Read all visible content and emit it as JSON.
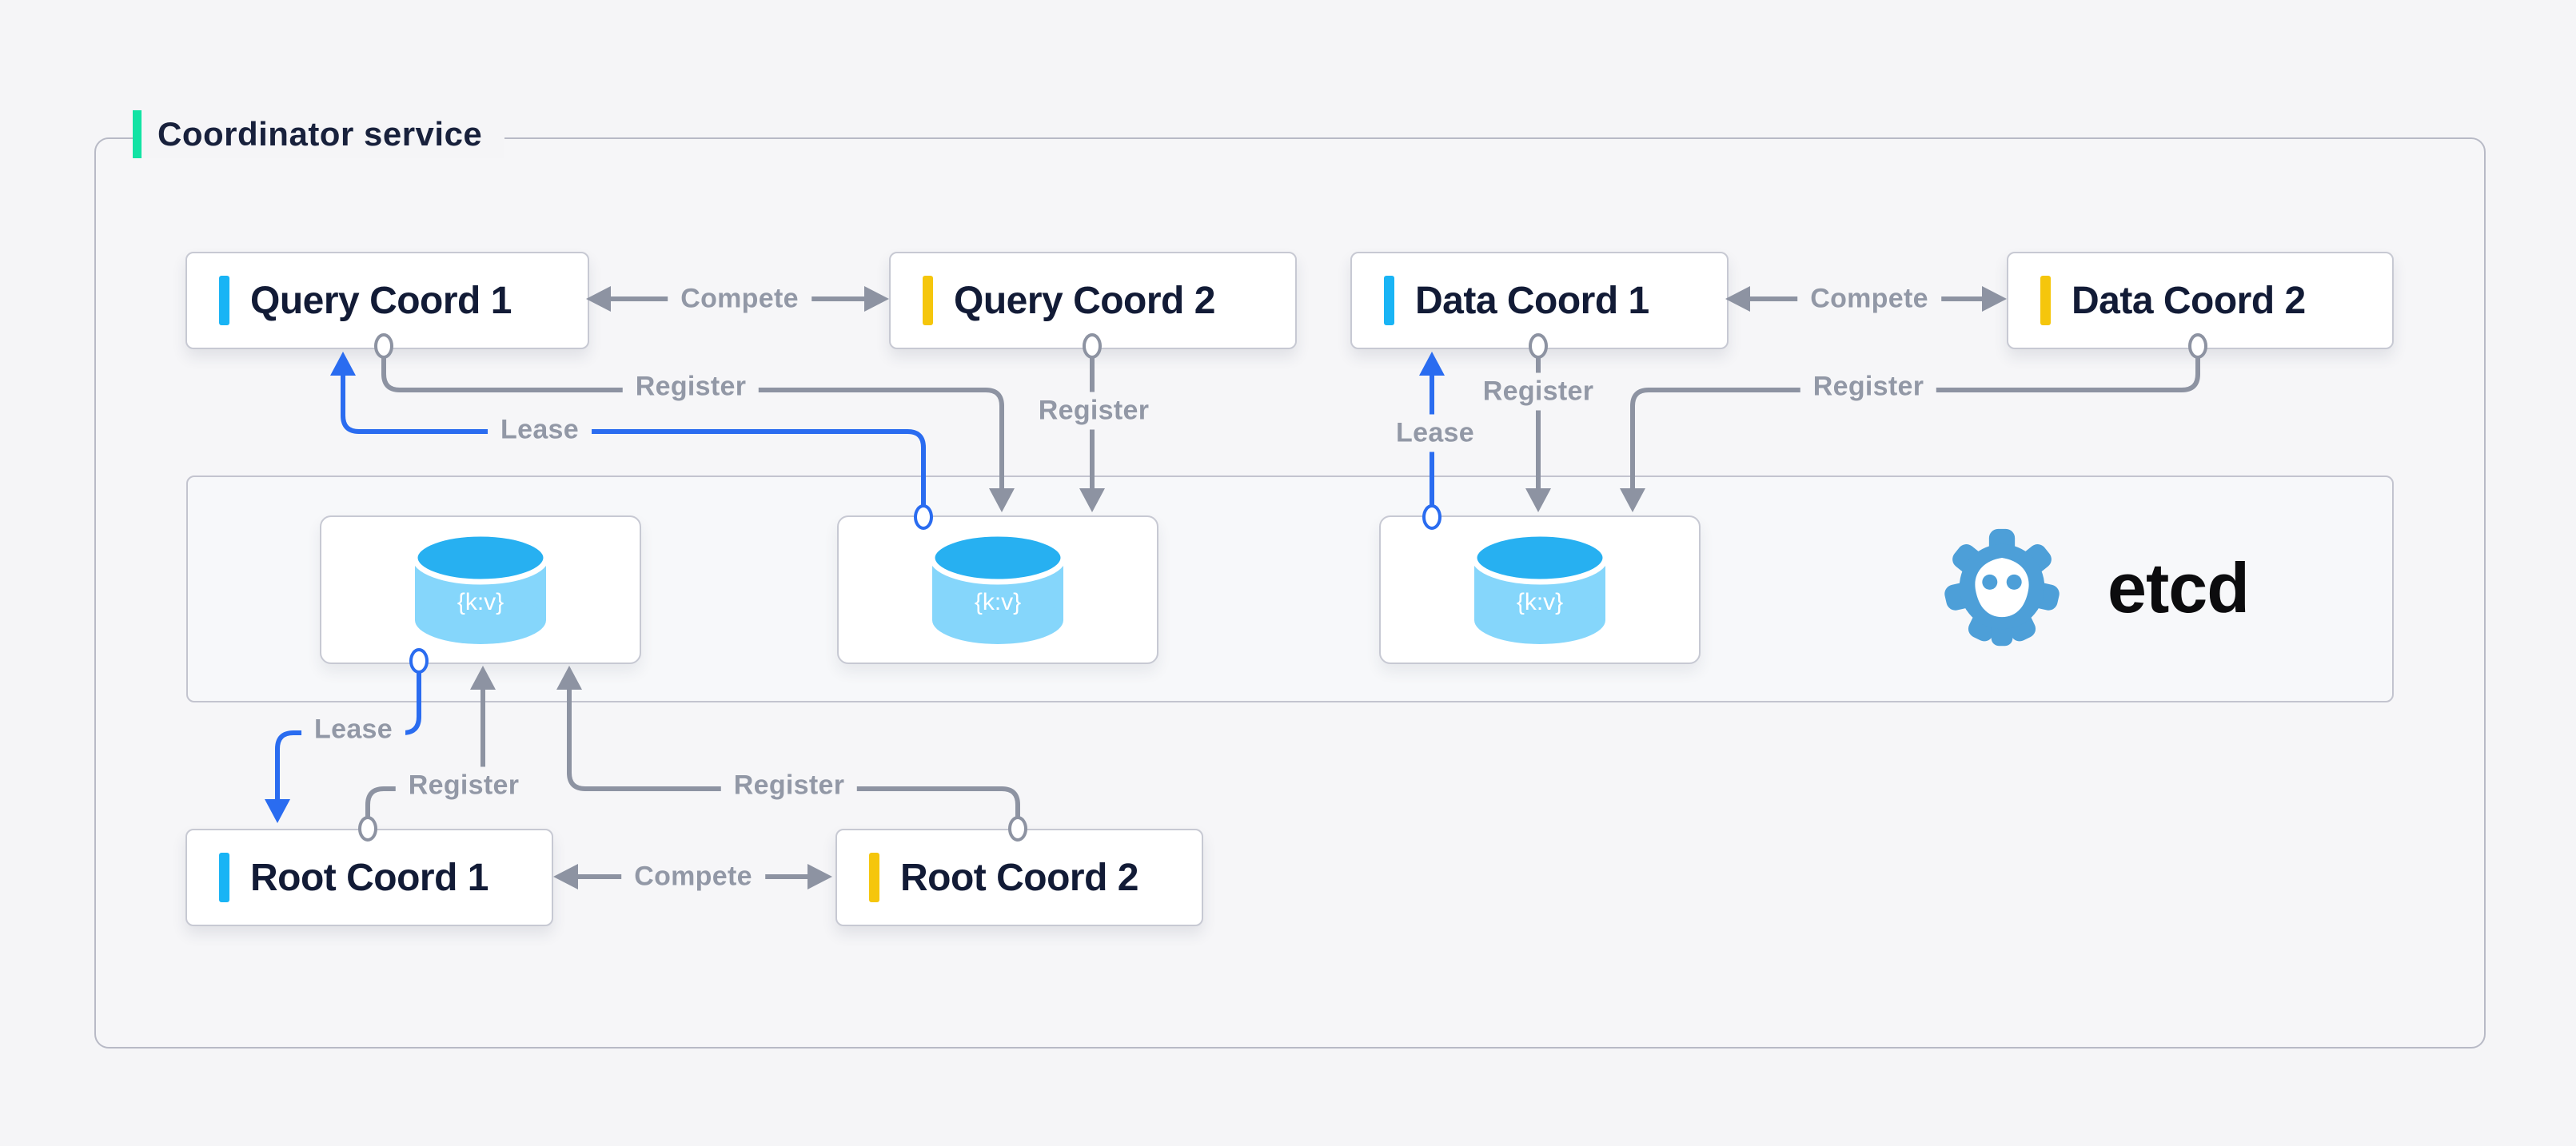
{
  "diagram": {
    "title": "Coordinator service",
    "nodes": {
      "query1": {
        "label": "Query Coord 1",
        "accent": "#19b4f5"
      },
      "query2": {
        "label": "Query Coord 2",
        "accent": "#f5c60c"
      },
      "data1": {
        "label": "Data Coord 1",
        "accent": "#19b4f5"
      },
      "data2": {
        "label": "Data Coord 2",
        "accent": "#f5c60c"
      },
      "root1": {
        "label": "Root Coord 1",
        "accent": "#19b4f5"
      },
      "root2": {
        "label": "Root Coord 2",
        "accent": "#f5c60c"
      }
    },
    "etcd": {
      "label": "etcd",
      "kv": "{k:v}"
    },
    "edge_labels": {
      "compete_query": "Compete",
      "compete_data": "Compete",
      "compete_root": "Compete",
      "register_qc1": "Register",
      "register_qc2": "Register",
      "register_dc1": "Register",
      "register_dc2": "Register",
      "register_rc1": "Register",
      "register_rc2": "Register",
      "lease_qc1": "Lease",
      "lease_dc1": "Lease",
      "lease_rc1": "Lease"
    },
    "colors": {
      "background": "#f5f5f7",
      "line_gray": "#8d93a2",
      "line_blue": "#2a6cf0",
      "accent_cyan": "#19b4f5",
      "accent_yellow": "#f5c60c",
      "accent_green": "#12e3a4",
      "cylinder_top": "#27b0f1",
      "cylinder_body": "#85d6fb",
      "etcd_blue": "#4d9fd8",
      "text_dark": "#121b36"
    }
  }
}
